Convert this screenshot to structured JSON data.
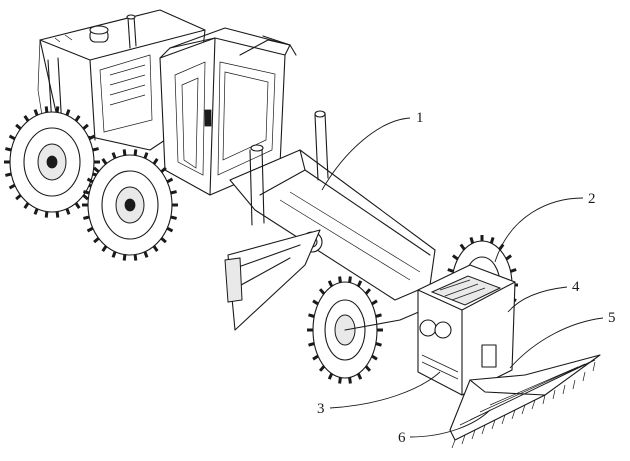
{
  "figure": {
    "callouts": [
      {
        "label": "1"
      },
      {
        "label": "2"
      },
      {
        "label": "3"
      },
      {
        "label": "4"
      },
      {
        "label": "5"
      },
      {
        "label": "6"
      }
    ]
  }
}
